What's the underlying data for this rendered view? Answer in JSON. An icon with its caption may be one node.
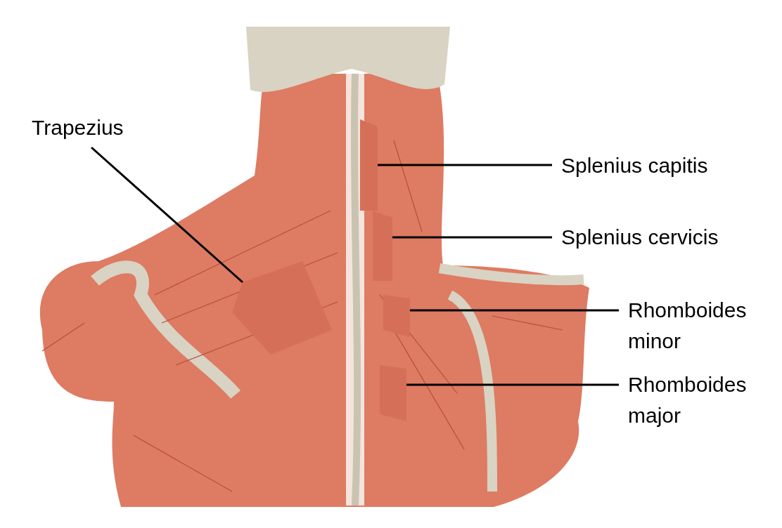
{
  "diagram": {
    "nodes": [
      {
        "text": [
          "Trapezius"
        ]
      },
      {
        "text": [],
        "shape": "picture"
      },
      {
        "text": [
          "Splenius capitis"
        ]
      },
      {
        "text": [],
        "shape": "picture"
      },
      {
        "text": [
          "Splenius cervicis"
        ]
      },
      {
        "text": [],
        "shape": "picture"
      },
      {
        "text": [
          "Rhomboides minor"
        ]
      },
      {
        "text": [],
        "shape": "picture"
      },
      {
        "text": [
          "Rhomboides major"
        ]
      },
      {
        "text": [],
        "shape": "picture"
      }
    ],
    "edges": [
      {
        "from": 0,
        "to": 1,
        "arrow": "none"
      },
      {
        "from": 2,
        "to": 3,
        "arrow": "none"
      },
      {
        "from": 4,
        "to": 5,
        "arrow": "none"
      },
      {
        "from": 6,
        "to": 7,
        "arrow": "none"
      },
      {
        "from": 8,
        "to": 9,
        "arrow": "none"
      }
    ]
  }
}
